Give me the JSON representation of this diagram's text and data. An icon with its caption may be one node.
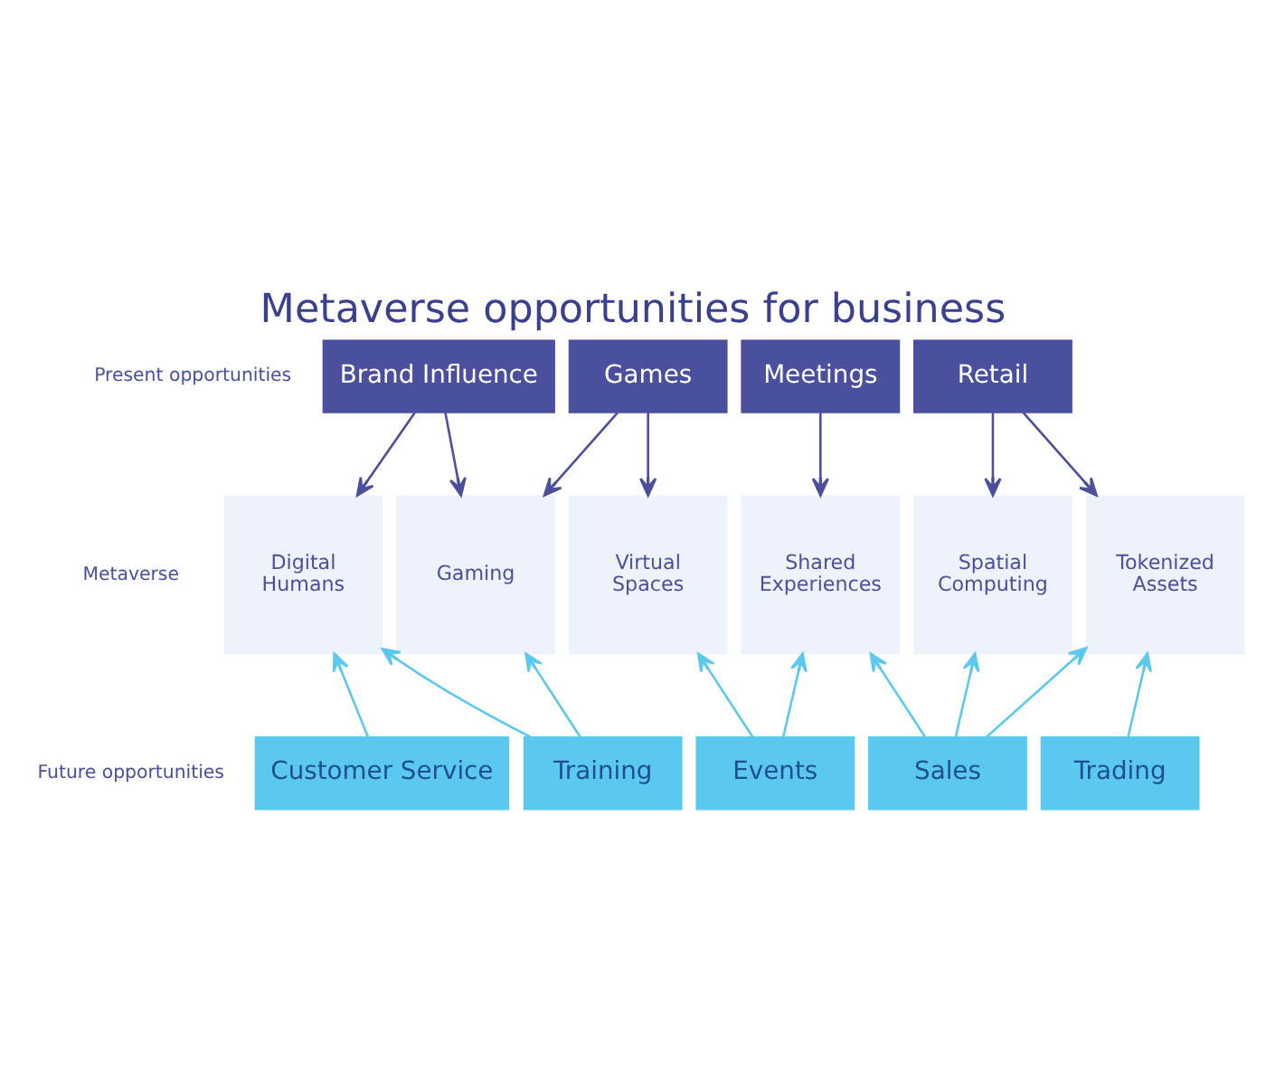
{
  "diagram": {
    "title": "Metaverse opportunities for business",
    "nodes": [
      {
        "text": [
          "Brand Influence"
        ]
      },
      {
        "text": [
          "Games"
        ]
      },
      {
        "text": [
          "Meetings"
        ]
      },
      {
        "text": [
          "Retail"
        ]
      },
      {
        "text": [
          "Digital Humans"
        ]
      },
      {
        "text": [
          "Gaming"
        ]
      },
      {
        "text": [
          "Virtual Spaces"
        ]
      },
      {
        "text": [
          "Shared Experiences"
        ]
      },
      {
        "text": [
          "Spatial Computing"
        ]
      },
      {
        "text": [
          "Tokenized Assets"
        ]
      },
      {
        "text": [
          "Customer Service"
        ]
      },
      {
        "text": [
          "Training"
        ]
      },
      {
        "text": [
          "Events"
        ]
      },
      {
        "text": [
          "Sales"
        ]
      },
      {
        "text": [
          "Trading"
        ]
      }
    ],
    "edges": [
      {
        "from": 0,
        "to": 4,
        "arrow": "to",
        "color": "#4b4f9c"
      },
      {
        "from": 0,
        "to": 5,
        "arrow": "to",
        "color": "#4b4f9c"
      },
      {
        "from": 1,
        "to": 5,
        "arrow": "to",
        "color": "#4b4f9c"
      },
      {
        "from": 1,
        "to": 6,
        "arrow": "to",
        "color": "#4b4f9c"
      },
      {
        "from": 2,
        "to": 7,
        "arrow": "to",
        "color": "#4b4f9c"
      },
      {
        "from": 3,
        "to": 8,
        "arrow": "to",
        "color": "#4b4f9c"
      },
      {
        "from": 3,
        "to": 9,
        "arrow": "to",
        "color": "#4b4f9c"
      },
      {
        "from": 10,
        "to": 4,
        "arrow": "to"
      },
      {
        "from": 11,
        "to": 4,
        "arrow": "to"
      },
      {
        "from": 11,
        "to": 5,
        "arrow": "to"
      },
      {
        "from": 12,
        "to": 6,
        "arrow": "to"
      },
      {
        "from": 12,
        "to": 7,
        "arrow": "to"
      },
      {
        "from": 13,
        "to": 7,
        "arrow": "to"
      },
      {
        "from": 13,
        "to": 8,
        "arrow": "to"
      },
      {
        "from": 13,
        "to": 9,
        "arrow": "to"
      },
      {
        "from": 14,
        "to": 9,
        "arrow": "to"
      }
    ],
    "labels": [
      "Present opportunities",
      "Metaverse",
      "Future opportunities"
    ]
  }
}
